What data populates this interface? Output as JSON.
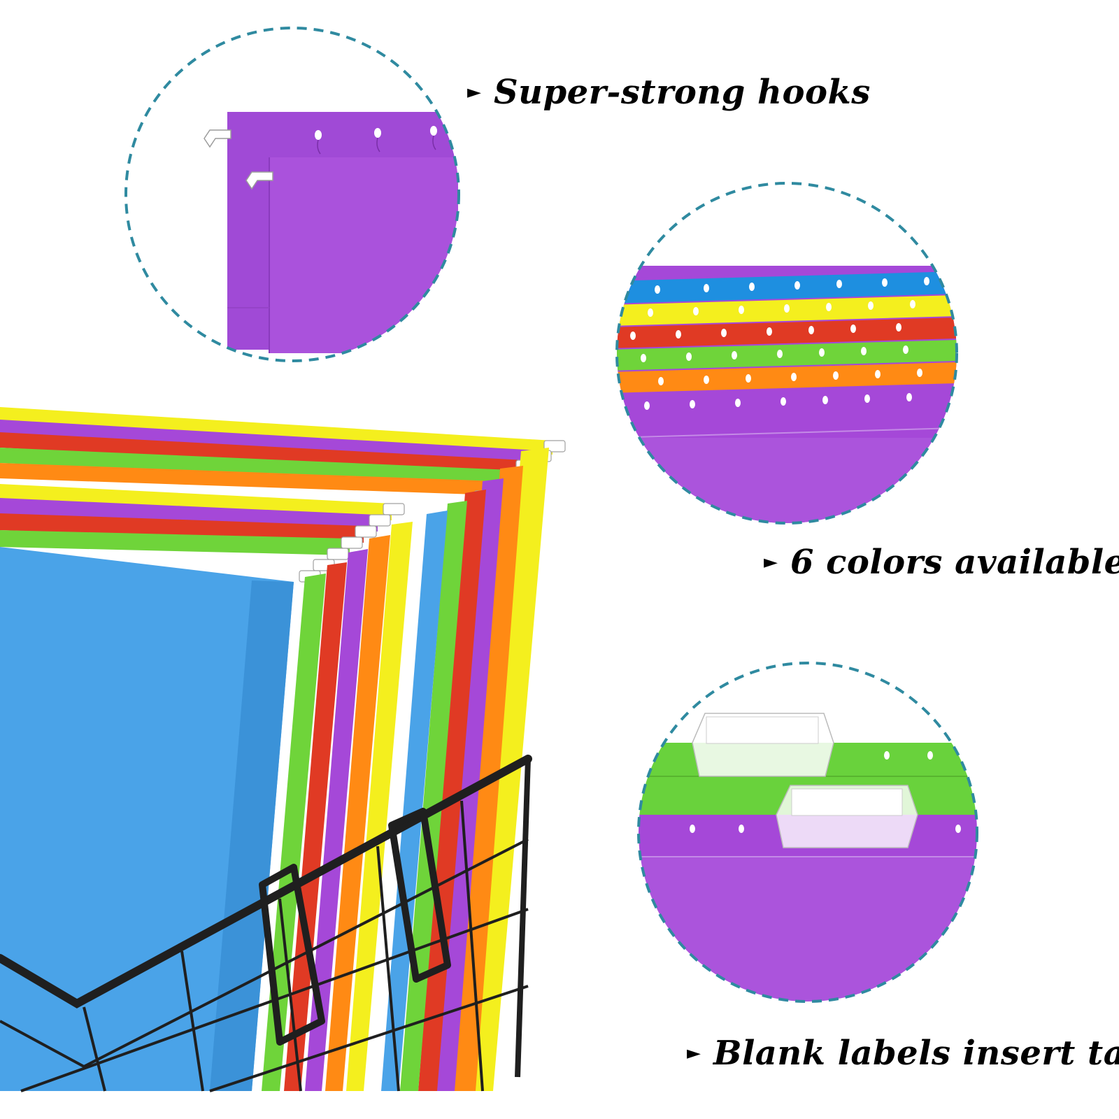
{
  "features": [
    {
      "id": "hooks",
      "label": "Super-strong hooks"
    },
    {
      "id": "colors",
      "label": "6 colors available"
    },
    {
      "id": "tabs",
      "label": "Blank labels insert tabs"
    }
  ],
  "bullet_glyph": "►",
  "palette": {
    "purple": "#a548d8",
    "blue": "#1e8fe0",
    "yellow": "#f4ef1e",
    "red": "#e03a24",
    "green": "#6fd43a",
    "orange": "#ff8a14",
    "sky": "#4aa3e8",
    "wire": "#1f1f1f",
    "dash": "#2f8aa0",
    "hook": "#ffffff"
  }
}
